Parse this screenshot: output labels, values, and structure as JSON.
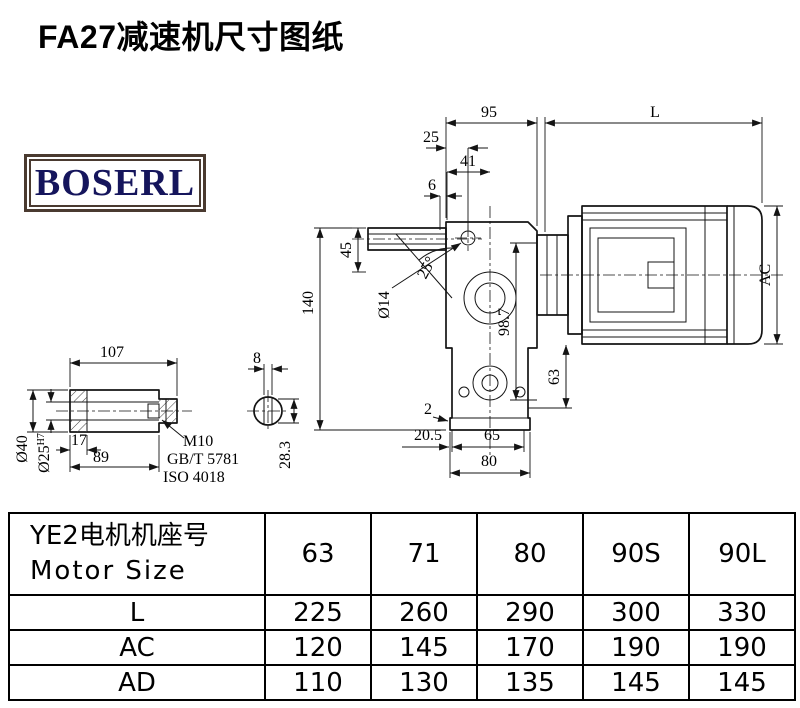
{
  "page": {
    "title": "FA27减速机尺寸图纸"
  },
  "logo": {
    "text": "BOSERL"
  },
  "theme": {
    "logo-border": "#4a3a30",
    "logo-text": "#15155c",
    "line": "#141414"
  },
  "drawing": {
    "main_view": {
      "width_top": "95",
      "motor_length": "L",
      "d25": "25",
      "d41": "41",
      "d6": "6",
      "d45": "45",
      "angle": "25°",
      "hole": "Ø14",
      "height": "140",
      "d98_7": "98.7",
      "motor_height": "AC",
      "d63": "63",
      "d2": "2",
      "d20_5": "20.5",
      "d65": "65",
      "d80": "80"
    },
    "shaft_view": {
      "length": "107",
      "d17": "17",
      "d89": "89",
      "outer": "Ø40",
      "bore": "Ø25",
      "bore_tol": "H7",
      "bolt": "M10",
      "std1": "GB/T 5781",
      "std2": "ISO 4018"
    },
    "section_view": {
      "key_width": "8",
      "across": "28.3"
    }
  },
  "table": {
    "header": {
      "line1": "YE2电机机座号",
      "line2": "Motor Size"
    },
    "frame_sizes": [
      "63",
      "71",
      "80",
      "90S",
      "90L"
    ],
    "rows": [
      {
        "label": "L",
        "values": [
          "225",
          "260",
          "290",
          "300",
          "330"
        ]
      },
      {
        "label": "AC",
        "values": [
          "120",
          "145",
          "170",
          "190",
          "190"
        ]
      },
      {
        "label": "AD",
        "values": [
          "110",
          "130",
          "135",
          "145",
          "145"
        ]
      }
    ]
  }
}
